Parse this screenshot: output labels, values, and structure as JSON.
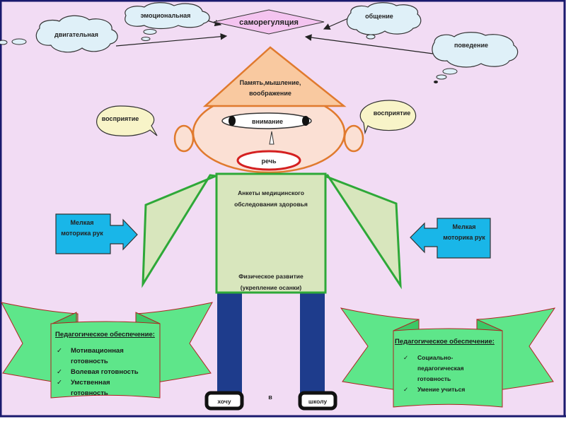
{
  "colors": {
    "background": "#f2dcf4",
    "frame": "#1a1a6e",
    "cloud_fill": "#dff0f8",
    "hat_fill": "#f9c9a0",
    "hat_stroke": "#e07a2e",
    "face_fill": "#fbe0d4",
    "mouth_stroke": "#d42020",
    "speech_fill": "#f8f4c8",
    "body_fill": "#d8e6bd",
    "body_stroke": "#2ea838",
    "arrow_fill": "#19b6e8",
    "ribbon_fill": "#5ee68a",
    "ribbon_fold": "#3cc866",
    "ribbon_stroke": "#b02020",
    "leg_fill": "#1e3c8c",
    "diamond_fill": "#f4c4f0"
  },
  "center": {
    "label": "саморегуляция"
  },
  "clouds": [
    {
      "id": "emotional",
      "label": "эмоциональная"
    },
    {
      "id": "motor",
      "label": "двигательная"
    },
    {
      "id": "communication",
      "label": "общение"
    },
    {
      "id": "behavior",
      "label": "поведение"
    }
  ],
  "hat": {
    "line1": "Память,мышление,",
    "line2": "воображение"
  },
  "eyes": {
    "label": "внимание"
  },
  "mouth": {
    "label": "речь"
  },
  "speech_bubbles": {
    "left": "восприятие",
    "right": "восприятие"
  },
  "body": {
    "top_line1": "Анкеты медицинского",
    "top_line2": "обследования здоровья",
    "bottom_line1": "Физическое развитие",
    "bottom_line2": "(укрепление осанки)"
  },
  "arrows": {
    "left": {
      "line1": "Мелкая",
      "line2": "моторика рук"
    },
    "right": {
      "line1": "Мелкая",
      "line2": "моторика рук"
    }
  },
  "ribbons": {
    "left": {
      "title": "Педагогическое обеспечение:",
      "items": [
        "Мотивационная готовность",
        "Волевая готовность",
        "Умственная готовность"
      ]
    },
    "right": {
      "title": "Педагогическое обеспечение:",
      "items": [
        "Социально-педагогическая готовность",
        "Умение учиться"
      ]
    }
  },
  "feet": {
    "left": "хочу",
    "middle": "в",
    "right": "школу"
  }
}
